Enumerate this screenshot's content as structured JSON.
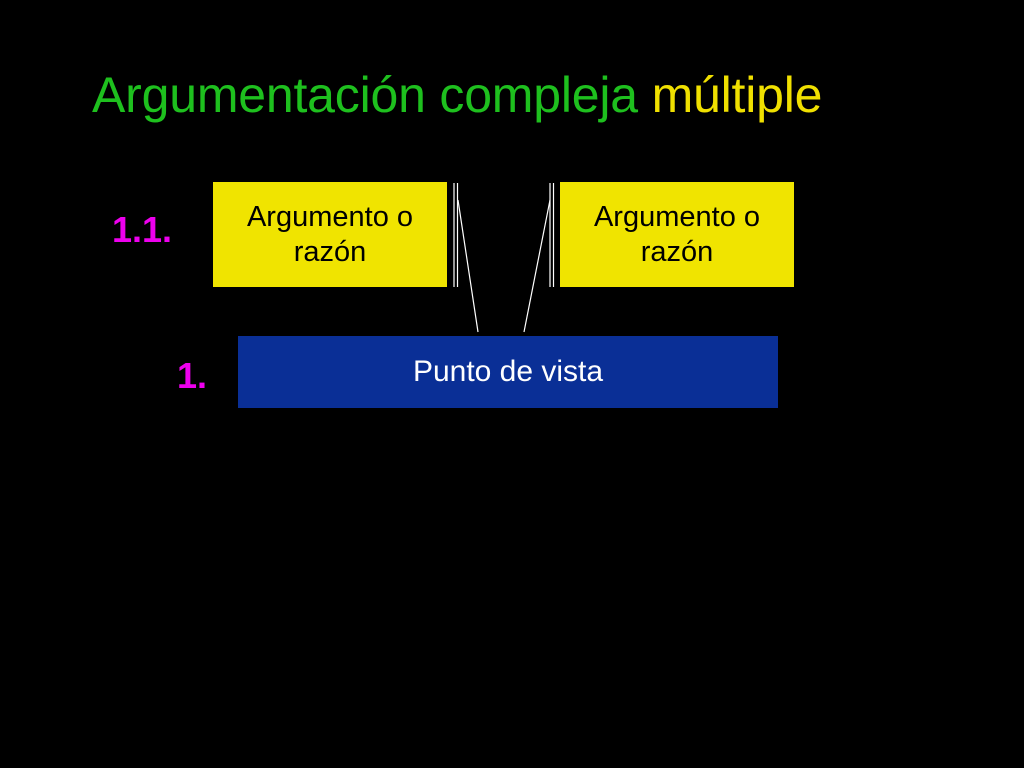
{
  "title": {
    "part1": "Argumentación compleja ",
    "part2": "múltiple"
  },
  "labels": {
    "level_1_1": "1.1.",
    "level_1": "1."
  },
  "boxes": {
    "argument_left": "Argumento o razón",
    "argument_right": "Argumento o razón",
    "standpoint": "Punto de vista"
  },
  "colors": {
    "background": "#000000",
    "title_primary": "#1ec01e",
    "title_accent": "#f0e000",
    "level_labels": "#ee00ee",
    "argument_box": "#f0e400",
    "standpoint_box": "#0a2f96",
    "connector_lines": "#ffffff"
  }
}
